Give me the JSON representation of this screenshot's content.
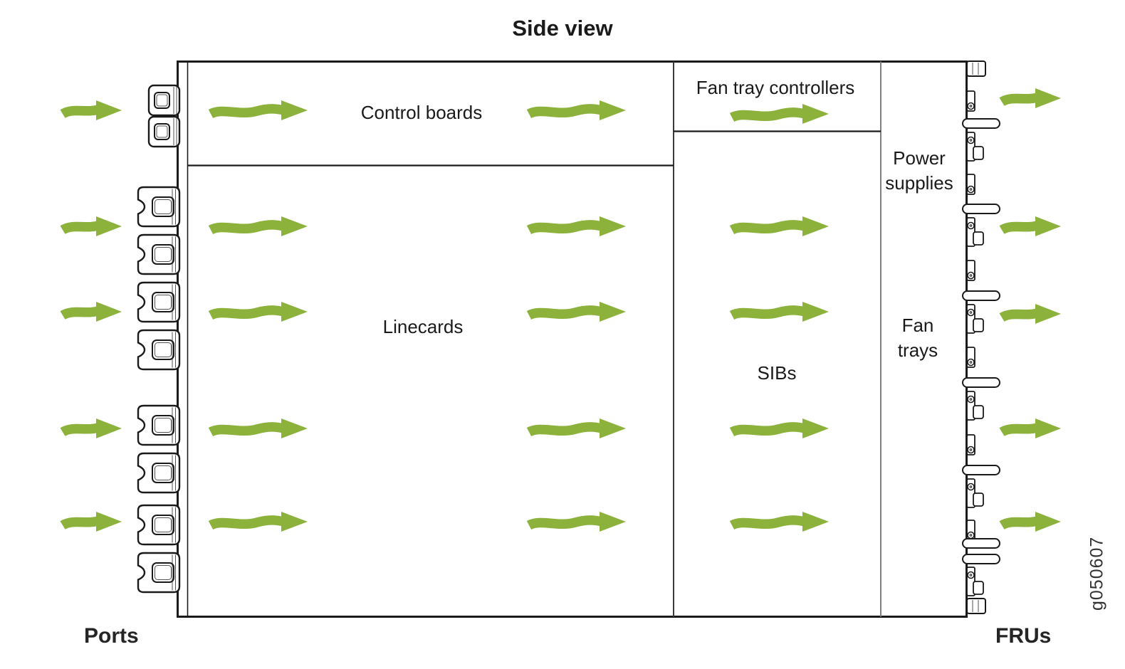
{
  "title": "Side view",
  "diagram": {
    "sections": {
      "control_boards": "Control boards",
      "fan_tray_controllers": "Fan tray controllers",
      "linecards": "Linecards",
      "sibs": "SIBs",
      "power_supplies": "Power supplies",
      "fan_trays": "Fan trays"
    },
    "captions": {
      "left": "Ports",
      "right": "FRUs"
    },
    "figure_id": "g050607",
    "airflow": {
      "direction": "left-to-right",
      "icon": "wavy-arrow-right-icon"
    },
    "icons": {
      "wavy-arrow-right-icon": "green wavy ribbon arrow pointing right",
      "port-connector-icon": "optical port transceiver outline",
      "fan-handle-icon": "fan tray / FRU handle and latch outline"
    },
    "colors": {
      "arrow_green": "#8CB23C",
      "outline": "#1A1A1A",
      "divider_gray": "#808080",
      "background": "#FFFFFF",
      "text": "#1A1A1A"
    }
  }
}
